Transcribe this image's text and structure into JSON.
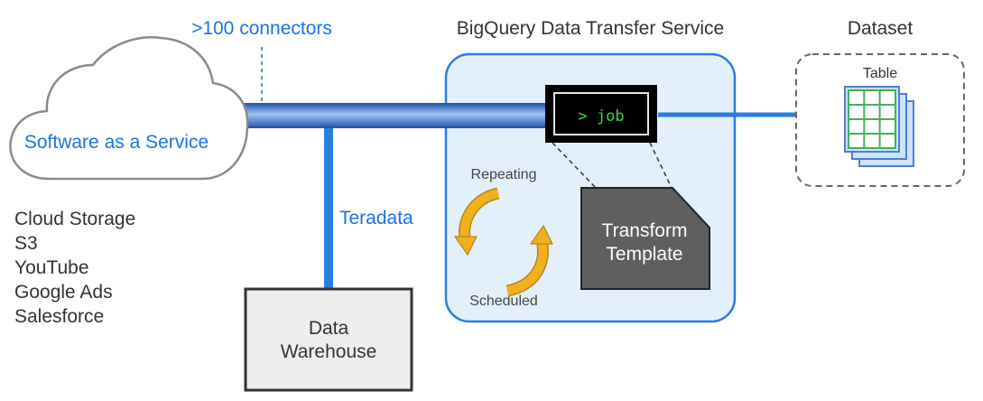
{
  "labels": {
    "connectors": ">100 connectors",
    "service_title": "BigQuery Data Transfer Service",
    "dataset": "Dataset",
    "table": "Table",
    "saas": "Software as a Service",
    "job": "> job",
    "repeating": "Repeating",
    "scheduled": "Scheduled",
    "transform_line1": "Transform",
    "transform_line2": "Template",
    "teradata": "Teradata",
    "warehouse_line1": "Data",
    "warehouse_line2": "Warehouse"
  },
  "sources": [
    "Cloud Storage",
    "S3",
    "YouTube",
    "Google Ads",
    "Salesforce"
  ],
  "colors": {
    "accent_blue": "#2a7de1",
    "text_blue": "#1a73e8",
    "service_fill": "#e3f0fb",
    "dark_box": "#5f5f5f",
    "terminal_text": "#33dd44",
    "cycle_gold": "#f2b01e",
    "table_green": "#43b05c"
  }
}
